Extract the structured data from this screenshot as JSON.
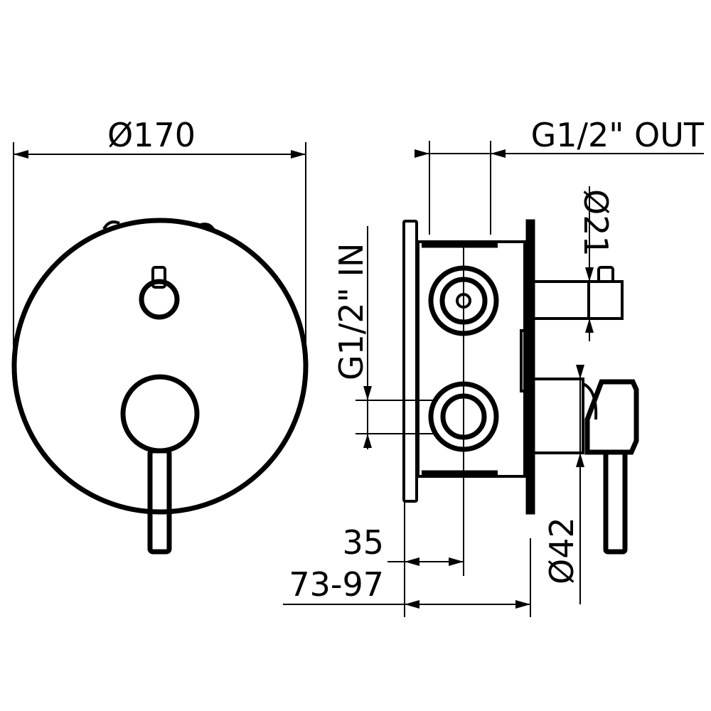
{
  "labels": {
    "cover_diameter": "Ø170",
    "outlet_thread": "G1/2\" OUT",
    "inlet_thread": "G1/2\" IN",
    "diverter_diameter": "Ø21",
    "handle_diameter": "Ø42",
    "inlet_offset": "35",
    "install_depth": "73-97"
  }
}
